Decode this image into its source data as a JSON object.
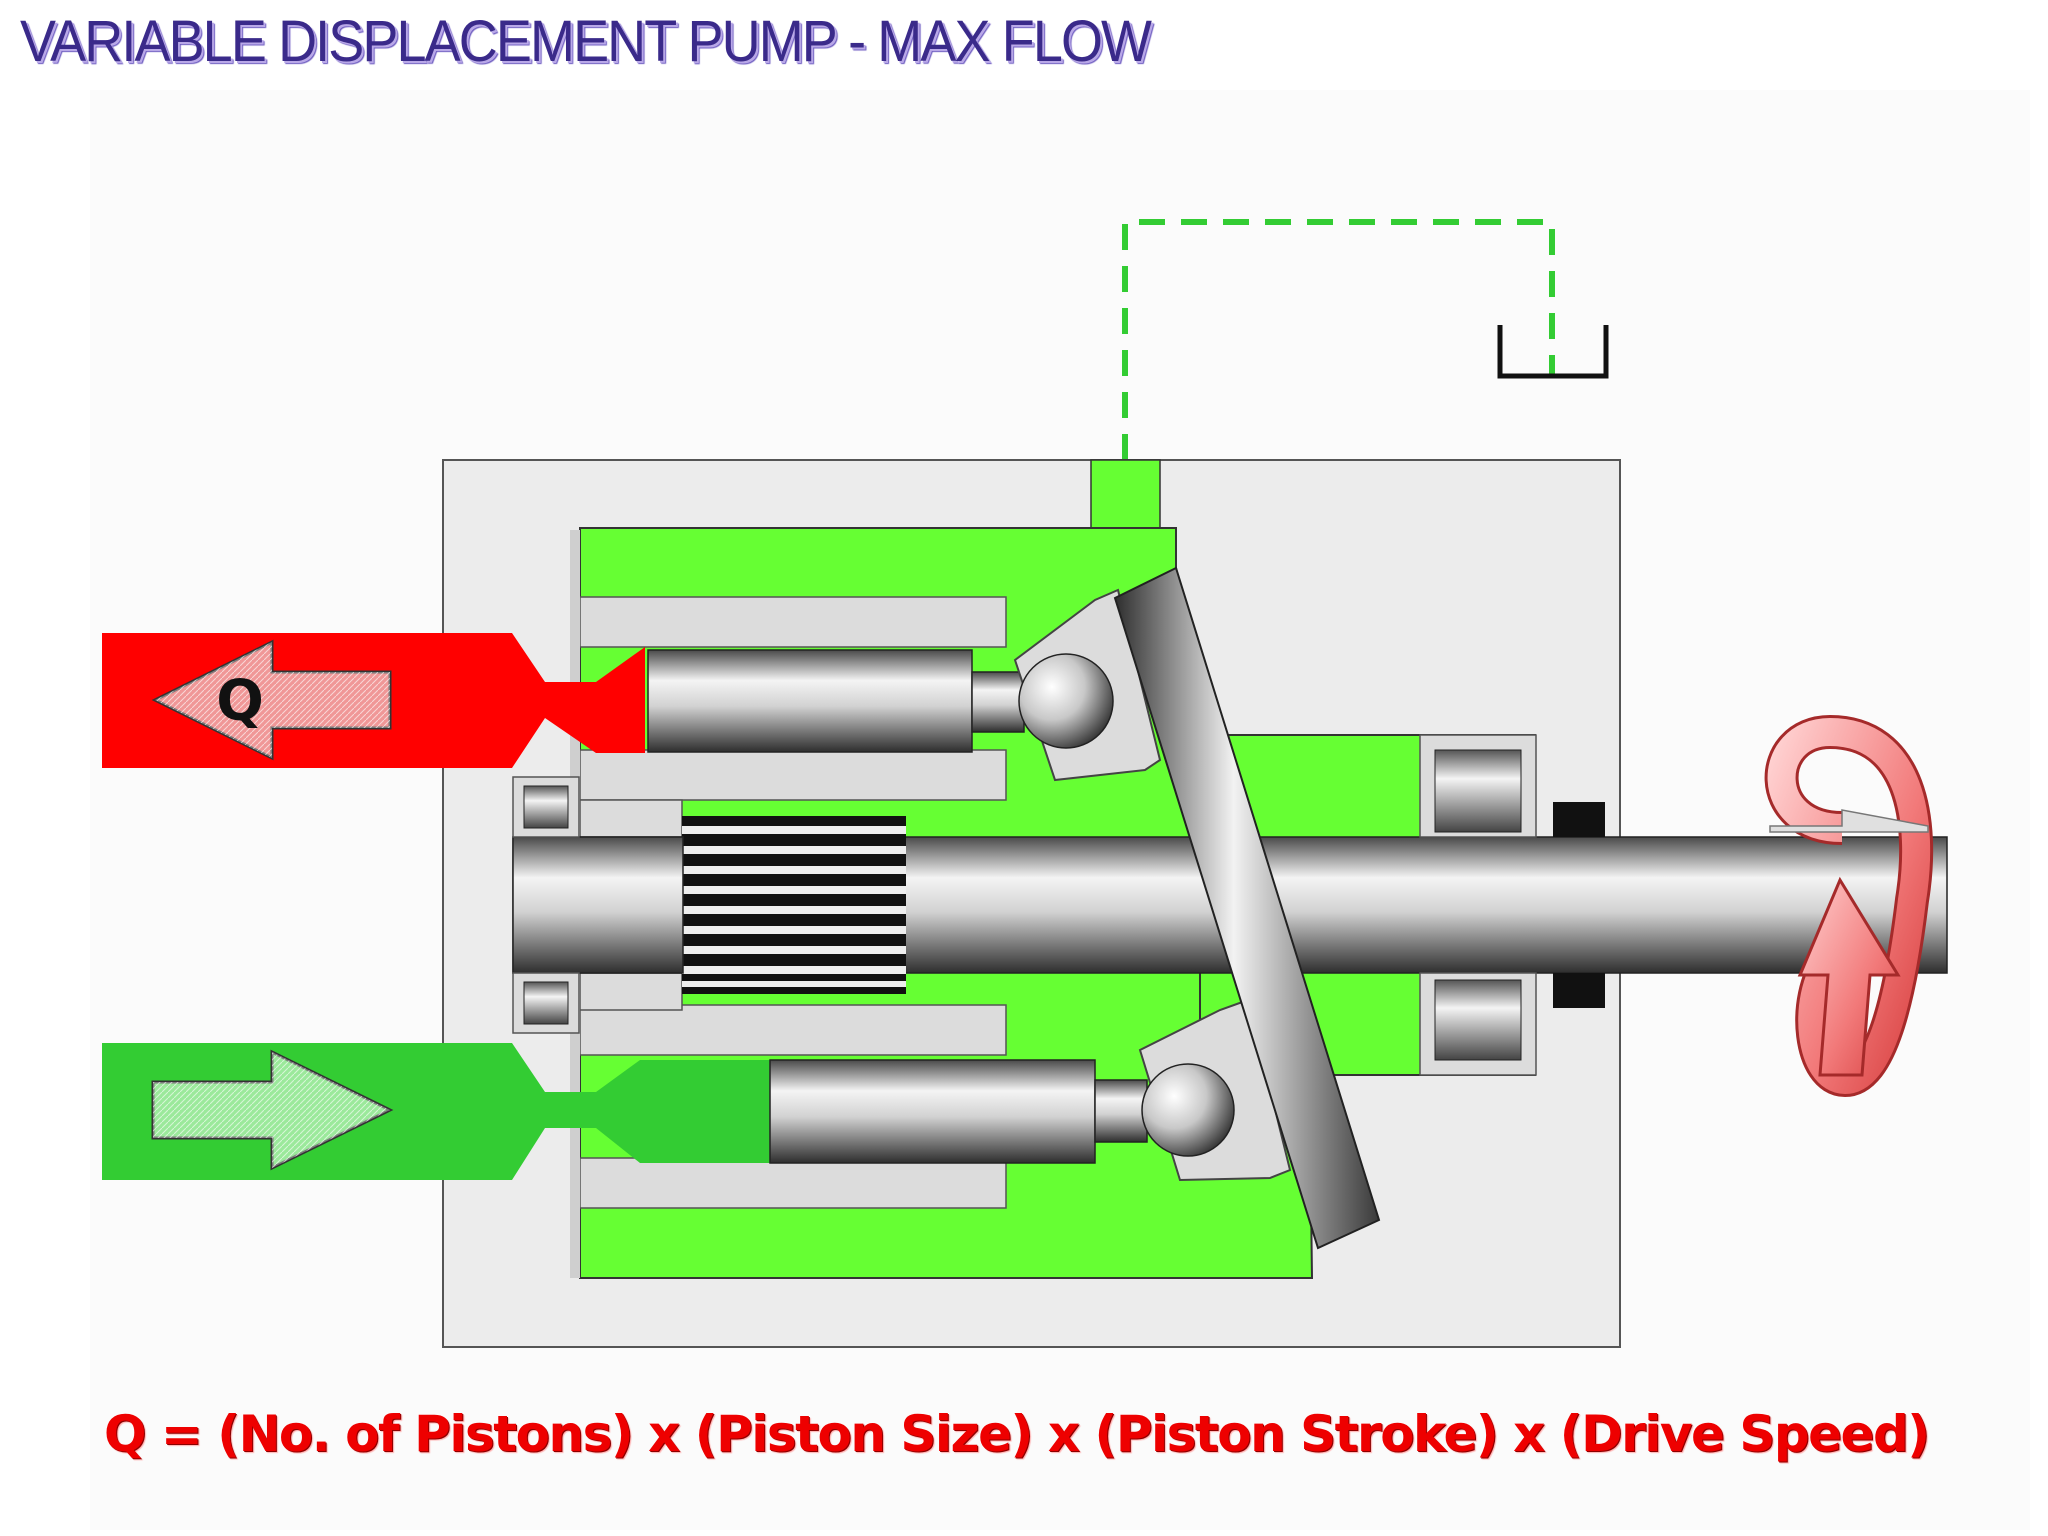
{
  "title": "VARIABLE DISPLACEMENT PUMP - MAX FLOW",
  "outlet_label": "Q",
  "formula": "Q = (No. of Pistons) x (Piston Size) x (Piston Stroke) x (Drive Speed)",
  "colors": {
    "title": "#3a2a8a",
    "pressure": "#ff0000",
    "suction": "#33cc33",
    "case_oil": "#66ff33",
    "housing": "#ececec",
    "barrel": "#dcdcdc",
    "formula": "#ee0000",
    "rotation_arrow": "#f06060",
    "drain_line": "#33cc33"
  },
  "icons": {
    "outlet_arrow": "arrow-left-icon",
    "inlet_arrow": "arrow-right-icon",
    "rotation": "rotation-arrow-icon",
    "tank": "tank-symbol-icon"
  }
}
